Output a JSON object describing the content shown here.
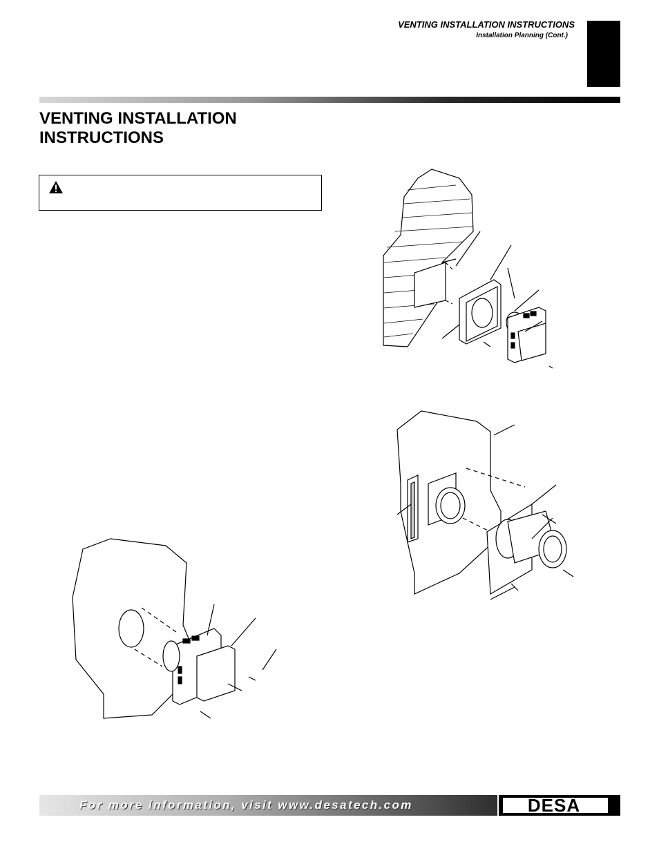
{
  "header": {
    "title": "VENTING INSTALLATION INSTRUCTIONS",
    "subtitle": "Installation Planning (Cont.)"
  },
  "page_title": "VENTING INSTALLATION INSTRUCTIONS",
  "warning": {
    "icon": "warning-triangle-icon"
  },
  "footer": {
    "text": "For more information, visit www.desatech.com",
    "logo_text": "DESA"
  },
  "colors": {
    "ink": "#000000",
    "paper": "#ffffff",
    "footer_light": "#e6e6e6",
    "footer_dark": "#2e2e2e"
  }
}
